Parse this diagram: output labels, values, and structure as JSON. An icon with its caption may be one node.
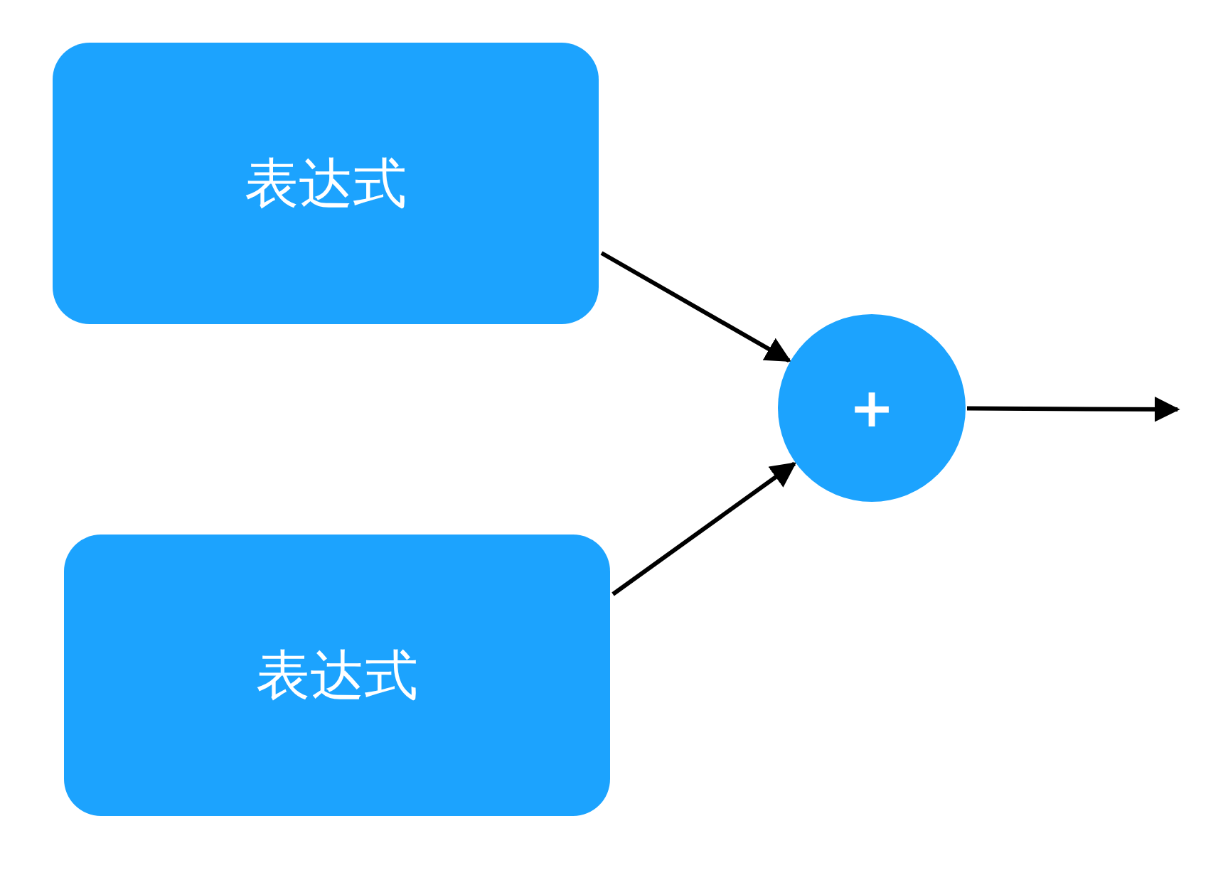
{
  "diagram": {
    "nodes": [
      {
        "text": [
          "表达式"
        ]
      },
      {
        "text": [
          "表达式"
        ]
      },
      {
        "text": [
          "+"
        ]
      }
    ],
    "edges": [
      {
        "from": 0,
        "to": 2,
        "arrow": "to"
      },
      {
        "from": 1,
        "to": 2,
        "arrow": "to"
      },
      {
        "from": 2,
        "to": null,
        "arrow": "to"
      }
    ]
  }
}
